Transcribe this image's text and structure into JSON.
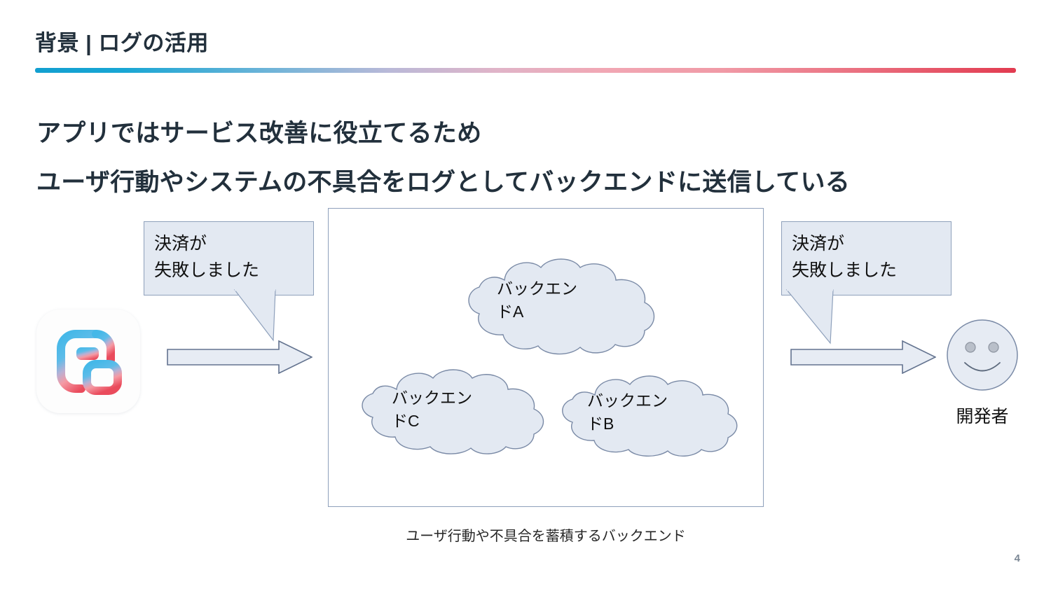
{
  "slide": {
    "title": "背景 | ログの活用",
    "page_number": "4",
    "accent_gradient_from": "#129fd0",
    "accent_gradient_to": "#e23b50"
  },
  "headlines": [
    "アプリではサービス改善に役立てるため",
    "ユーザ行動やシステムの不具合をログとしてバックエンドに送信している"
  ],
  "diagram": {
    "app_icon_name": "app-icon",
    "bubbles": [
      {
        "id": "left",
        "text": "決済が\n失敗しました"
      },
      {
        "id": "right",
        "text": "決済が\n失敗しました"
      }
    ],
    "arrows": [
      {
        "id": "left",
        "direction": "right"
      },
      {
        "id": "right",
        "direction": "right"
      }
    ],
    "backend_box": {
      "caption": "ユーザ行動や不具合を蓄積するバックエンド",
      "clouds": [
        {
          "id": "a",
          "label": "バックエン\nドA"
        },
        {
          "id": "c",
          "label": "バックエン\nドC"
        },
        {
          "id": "b",
          "label": "バックエン\nドB"
        }
      ]
    },
    "developer": {
      "label": "開発者",
      "face": "smiley-face"
    }
  },
  "colors": {
    "shape_fill": "#e3e9f2",
    "shape_stroke": "#8ea0bb",
    "text_dark": "#22303c"
  }
}
